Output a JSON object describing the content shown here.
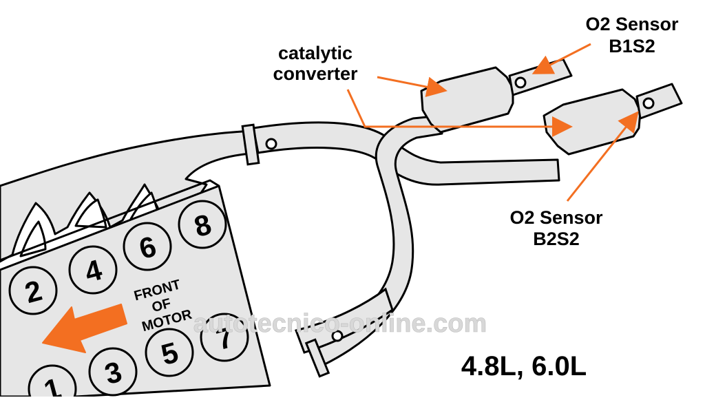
{
  "labels": {
    "o2_b1s2_line1": "O2 Sensor",
    "o2_b1s2_line2": "B1S2",
    "o2_b2s2_line1": "O2 Sensor",
    "o2_b2s2_line2": "B2S2",
    "cat_line1": "catalytic",
    "cat_line2": "converter",
    "front_line1": "FRONT",
    "front_line2": "OF",
    "front_line3": "MOTOR",
    "engine": "4.8L, 6.0L",
    "watermark": "autotecnico-online.com"
  },
  "cylinders": {
    "c1": "1",
    "c2": "2",
    "c3": "3",
    "c4": "4",
    "c5": "5",
    "c6": "6",
    "c7": "7",
    "c8": "8"
  },
  "colors": {
    "arrow": "#f36f21",
    "pipe_fill": "#e6e6e6",
    "outline": "#000000"
  }
}
